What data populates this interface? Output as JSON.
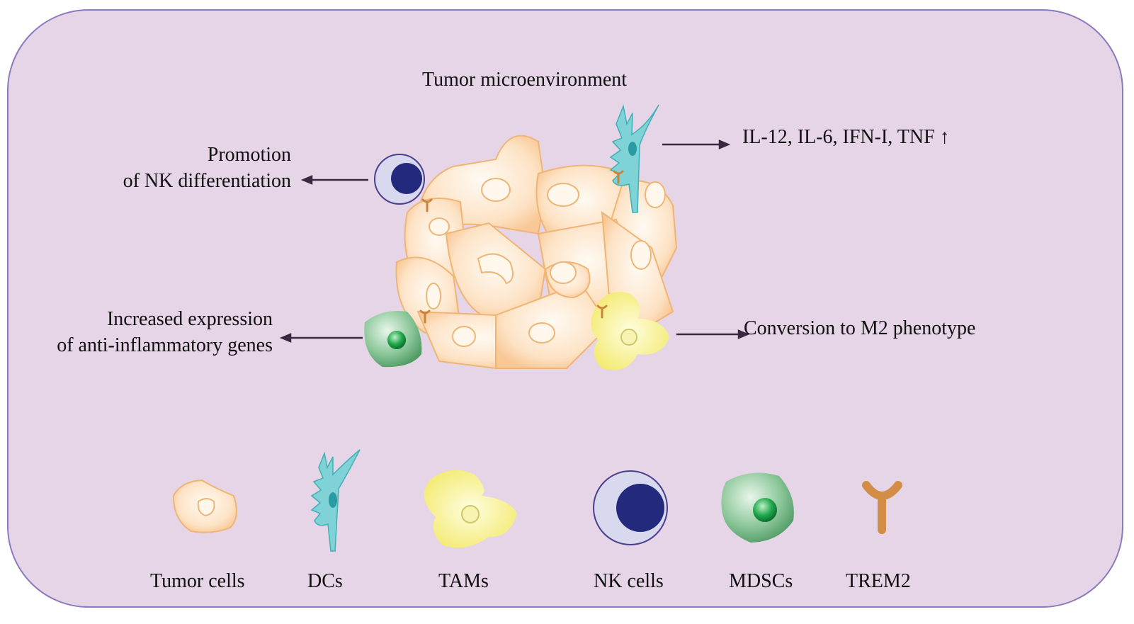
{
  "title": "Tumor microenvironment",
  "effects": {
    "nk": [
      "Promotion",
      "of NK differentiation"
    ],
    "dc": "IL-12, IL-6, IFN-I, TNF ↑",
    "mdsc": [
      "Increased expression",
      "of anti-inflammatory genes"
    ],
    "tam": "Conversion to M2 phenotype"
  },
  "legend": [
    {
      "id": "tumor",
      "label": "Tumor cells"
    },
    {
      "id": "dc",
      "label": "DCs"
    },
    {
      "id": "tam",
      "label": "TAMs"
    },
    {
      "id": "nk",
      "label": "NK cells"
    },
    {
      "id": "mdsc",
      "label": "MDSCs"
    },
    {
      "id": "trem2",
      "label": "TREM2"
    }
  ],
  "colors": {
    "background": "#e6d4e7",
    "border": "#8a7bbd",
    "tumor_fill": "#fde3c6",
    "tumor_edge": "#f0b574",
    "dc": "#7fd3d6",
    "tam": "#f6f08e",
    "nk_outer": "#d8d8ee",
    "nk_nucleus": "#232a7e",
    "mdsc": "#7bbf8c",
    "mdsc_nucleus": "#1a9c44",
    "trem2": "#d28e47"
  }
}
